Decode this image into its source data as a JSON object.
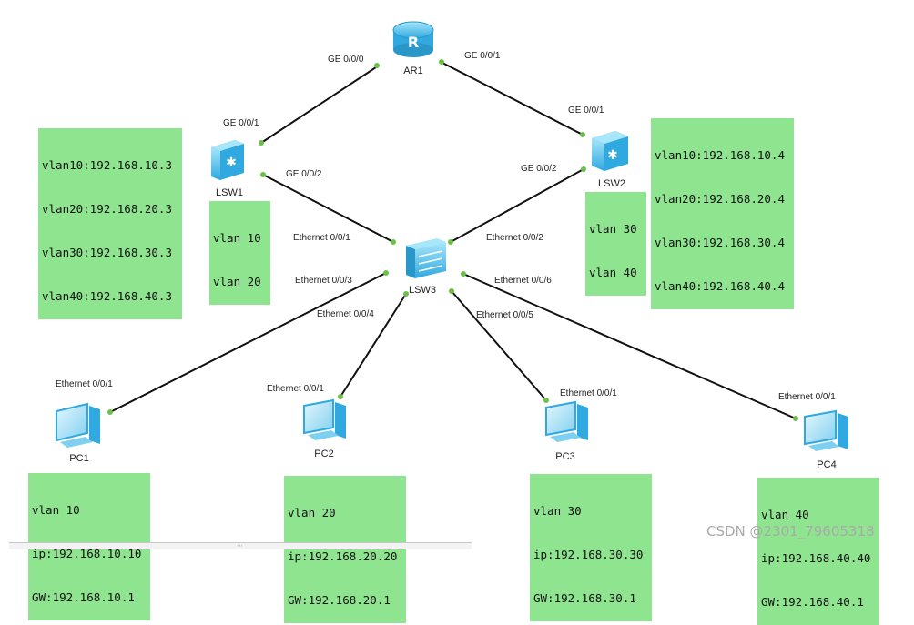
{
  "devices": {
    "ar1": {
      "label": "AR1",
      "glyph": "R"
    },
    "lsw1": {
      "label": "LSW1"
    },
    "lsw2": {
      "label": "LSW2"
    },
    "lsw3": {
      "label": "LSW3"
    },
    "pc1": {
      "label": "PC1"
    },
    "pc2": {
      "label": "PC2"
    },
    "pc3": {
      "label": "PC3"
    },
    "pc4": {
      "label": "PC4"
    }
  },
  "ports": {
    "ar1_ge000": "GE 0/0/0",
    "ar1_ge001": "GE 0/0/1",
    "lsw1_ge001": "GE 0/0/1",
    "lsw1_ge002": "GE 0/0/2",
    "lsw2_ge001": "GE 0/0/1",
    "lsw2_ge002": "GE 0/0/2",
    "lsw3_e001": "Ethernet 0/0/1",
    "lsw3_e002": "Ethernet 0/0/2",
    "lsw3_e003": "Ethernet 0/0/3",
    "lsw3_e004": "Ethernet 0/0/4",
    "lsw3_e005": "Ethernet 0/0/5",
    "lsw3_e006": "Ethernet 0/0/6",
    "pc1_e001": "Ethernet 0/0/1",
    "pc2_e001": "Ethernet 0/0/1",
    "pc3_e001": "Ethernet 0/0/1",
    "pc4_e001": "Ethernet 0/0/1"
  },
  "notes": {
    "lsw1_ips": [
      "vlan10:192.168.10.3",
      "vlan20:192.168.20.3",
      "vlan30:192.168.30.3",
      "vlan40:192.168.40.3"
    ],
    "lsw1_vlans": [
      "vlan 10",
      "vlan 20"
    ],
    "lsw2_ips": [
      "vlan10:192.168.10.4",
      "vlan20:192.168.20.4",
      "vlan30:192.168.30.4",
      "vlan40:192.168.40.4"
    ],
    "lsw2_vlans": [
      "vlan 30",
      "vlan 40"
    ],
    "pc1": [
      "vlan 10",
      "ip:192.168.10.10",
      "GW:192.168.10.1"
    ],
    "pc2": [
      "vlan 20",
      "ip:192.168.20.20",
      "GW:192.168.20.1"
    ],
    "pc3": [
      "vlan 30",
      "ip:192.168.30.30",
      "GW:192.168.30.1"
    ],
    "pc4": [
      "vlan 40",
      "ip:192.168.40.40",
      "GW:192.168.40.1"
    ]
  },
  "watermark": "CSDN @2301_79605318",
  "colors": {
    "note_bg": "#8fe48f",
    "port_dot": "#6cc04a",
    "device_blue": "#5cc8f0"
  }
}
